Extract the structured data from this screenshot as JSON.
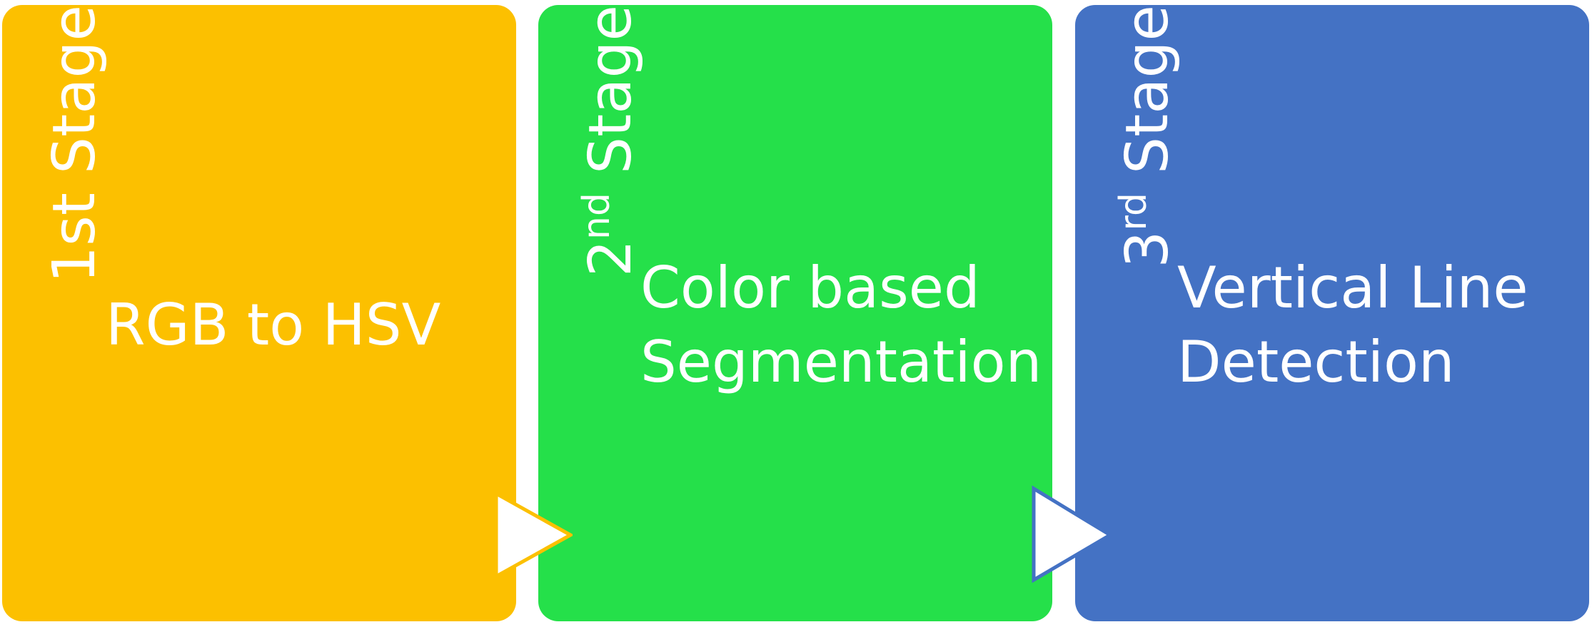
{
  "stages": [
    {
      "ordinal": "1st",
      "ordinal_number": "",
      "ordinal_suffix": "",
      "stage_word": "Stage",
      "lines": [
        "RGB to HSV"
      ],
      "color": "#FCC000"
    },
    {
      "ordinal": "",
      "ordinal_number": "2",
      "ordinal_suffix": "nd",
      "stage_word": "Stage",
      "lines": [
        "Color based",
        "Segmentation"
      ],
      "color": "#25E04A"
    },
    {
      "ordinal": "",
      "ordinal_number": "3",
      "ordinal_suffix": "rd",
      "stage_word": "Stage",
      "lines": [
        "Vertical Line",
        "Detection"
      ],
      "color": "#4472C4"
    }
  ],
  "arrows": [
    {
      "fill": "#FFFFFF",
      "outline": "#FCC000"
    },
    {
      "fill": "#FFFFFF",
      "outline": "#4472C4"
    }
  ]
}
